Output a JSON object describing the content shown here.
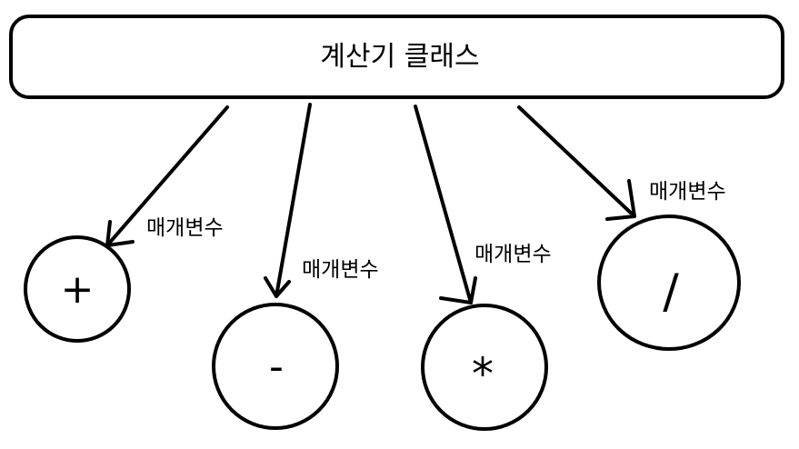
{
  "class_box": {
    "title": "계산기 클래스"
  },
  "operators": [
    {
      "symbol": "+",
      "param_label": "매개변수"
    },
    {
      "symbol": "-",
      "param_label": "매개변수"
    },
    {
      "symbol": "*",
      "param_label": "매개변수"
    },
    {
      "symbol": "/",
      "param_label": "매개변수"
    }
  ],
  "colors": {
    "stroke": "#000000",
    "background": "#ffffff"
  }
}
